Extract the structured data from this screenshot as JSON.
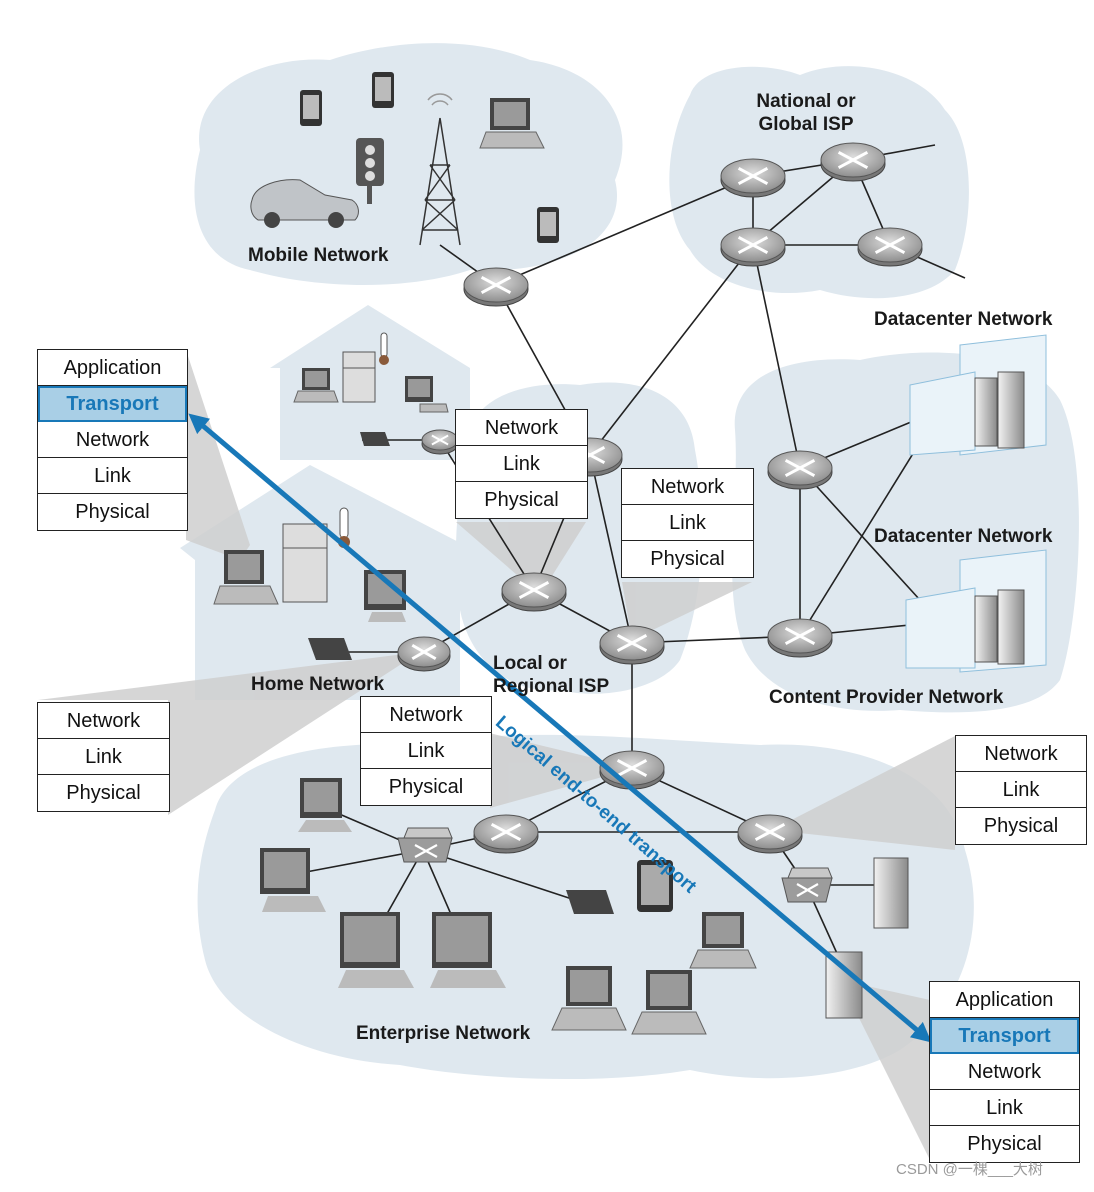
{
  "regions": {
    "mobile": "Mobile Network",
    "national_isp": [
      "National or",
      "Global ISP"
    ],
    "datacenter_1": "Datacenter Network",
    "datacenter_2": "Datacenter Network",
    "local_isp": [
      "Local or",
      "Regional ISP"
    ],
    "home": "Home Network",
    "content_provider": "Content Provider Network",
    "enterprise": "Enterprise Network"
  },
  "arrow_label": "Logical end-to-end transport",
  "stacks": {
    "host_left": [
      "Application",
      "Transport",
      "Network",
      "Link",
      "Physical"
    ],
    "host_right": [
      "Application",
      "Transport",
      "Network",
      "Link",
      "Physical"
    ],
    "router_local_isp": [
      "Network",
      "Link",
      "Physical"
    ],
    "router_local_isp_east": [
      "Network",
      "Link",
      "Physical"
    ],
    "router_home": [
      "Network",
      "Link",
      "Physical"
    ],
    "router_enterprise_top": [
      "Network",
      "Link",
      "Physical"
    ],
    "router_enterprise_east": [
      "Network",
      "Link",
      "Physical"
    ]
  },
  "highlight_layer": "Transport",
  "watermark": "CSDN @一棵___大树",
  "colors": {
    "cloud": "#dfe8ef",
    "accent": "#1878b8",
    "highlight_fill": "#a9cfe6",
    "router": "#a8a8a8"
  }
}
